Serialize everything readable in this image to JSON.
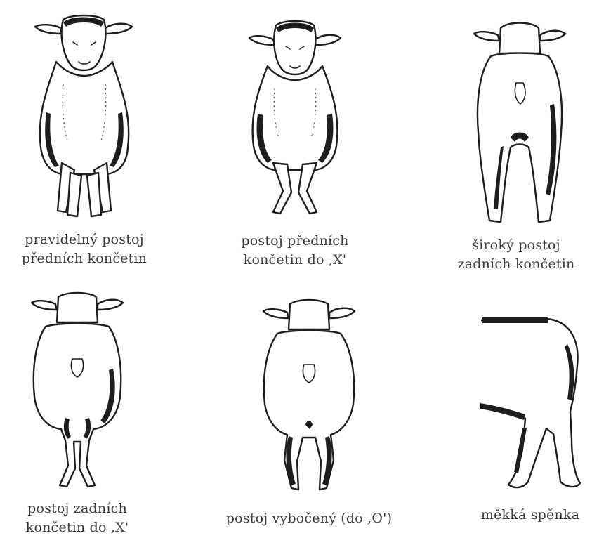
{
  "figures": [
    {
      "id": "front-regular",
      "caption_lines": [
        "pravidelný postoj",
        "předních končetin"
      ]
    },
    {
      "id": "front-x",
      "caption_lines": [
        "postoj předních",
        "končetin do ,X'"
      ]
    },
    {
      "id": "rear-wide",
      "caption_lines": [
        "široký postoj",
        "zadních končetin"
      ]
    },
    {
      "id": "rear-x",
      "caption_lines": [
        "postoj zadních",
        "končetin do ,X'"
      ]
    },
    {
      "id": "rear-o",
      "caption_lines": [
        "postoj vybočený (do ,O')"
      ]
    },
    {
      "id": "soft-pastern",
      "caption_lines": [
        "měkká spěnka"
      ]
    }
  ]
}
